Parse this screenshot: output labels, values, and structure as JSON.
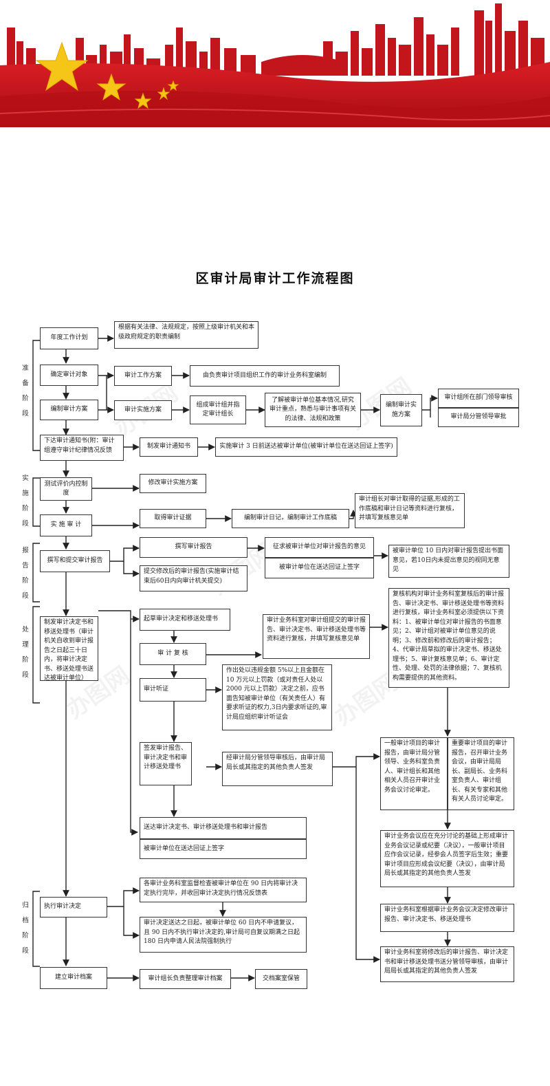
{
  "title": "区审计局审计工作流程图",
  "watermark": "办图网",
  "colors": {
    "banner": "#c0141b",
    "banner_dark": "#9e0a12",
    "star": "#f5c518"
  },
  "stages": [
    "准\n备\n阶\n段",
    "实\n施\n阶\n段",
    "报\n告\n阶\n段",
    "处\n理\n阶\n段",
    "归\n档\n阶\n段"
  ],
  "boxes": {
    "b_plan": "年度工作计划",
    "b_plan_basis": "根据有关法律、法规规定，按照上级审计机关和本级政府规定的职责编制",
    "b_target": "确定审计对象",
    "b_work_plan": "审计工作方案",
    "b_work_plan_note": "由负责审计项目组织工作的审计业务科室编制",
    "b_compile": "编制审计方案",
    "b_impl_plan": "审计实施方案",
    "b_team": "组成审计组并指定审计组长",
    "b_understand": "了解被审计单位基本情况,研究审计重点，熟悉与审计事项有关的法律、法规和政策",
    "b_compile_impl": "编制审计实施方案",
    "b_review1": "审计组所在部门领导审核",
    "b_review2": "审计局分管领导审批",
    "b_notice": "下达审计通知书(附：审计组遵守审计纪律情况反馈",
    "b_issue_notice": "制发审计通知书",
    "b_notice_send": "实施审计 3 日前送达被审计单位(被审计单位在送达回证上签字)",
    "b_internal": "测试评价内控制度",
    "b_modify_plan": "修改审计实施方案",
    "b_implement": "实 施 审 计",
    "b_evidence": "取得审计证据",
    "b_diary": "编制审计日记，编制审计工作底稿",
    "b_check": "审计组长对审计取得的证据,形成的工作底稿和审计日记等资料进行复核，并填写复核意见单",
    "b_report": "撰写和提交审计报告",
    "b_write_report": "撰写审计报告",
    "b_solicit": "征求被审计单位对审计报告的意见",
    "b_sign1": "被审计单位在送达回证上签字",
    "b_ten_days": "被审计单位 10 日内对审计报告提出书面意见，若10日内未提出意见的视同无意见",
    "b_submit_rev": "提交修改后的审计报告(实施审计结束后60日内向审计机关提交)",
    "b_decision": "制发审计决定书和移送处理书（审计机关自收到审计报告之日起三十日内，将审计决定书、移送处理书送达被审计单位）",
    "b_draft": "起草审计决定和移送处理书",
    "b_recheck": "审 计 复 核",
    "b_recheck_note": "审计业务科室对审计组提交的审计报告、审计决定书、审计移送处理书等资料进行复核，并填写复核意见单",
    "b_recheck_inst": "复核机构对审计业务科室复核后的审计报告、审计决定书、审计移送处理书等资料进行复核，审计业务科室必须提供以下资料：1、被审计单位对审计报告的书面意见；2、审计组对被审计单位意见的说明；3、修改前和修改后的审计报告；4、代审计局草拟的审计决定书、移送处理书；5、审计复核意见单；6、审计定性、处理、处罚的法律依据；7、复核机构需要提供的其他资料。",
    "b_hearing": "审计听证",
    "b_hearing_note": "作出处以违规金额 5%以上且金额在 10 万元以上罚款（或对责任人处以 2000 元以上罚款）决定之前，应书面告知被审计单位（有关责任人）有要求听证的权力,3日内要求听证的,审计局应组织审计听证会",
    "b_sign_issue": "签发审计报告、审计决定书和审计移送处理书",
    "b_sign_note": "经审计局分管领导审核后，由审计局局长或其指定的其他负责人签发",
    "b_general": "一般审计项目的审计报告，由审计局分管领导、业务科室负责人、审计组长和其他相关人员召开审计业务会议讨论审定。",
    "b_major": "重要审计项目的审计报告，召开审计业务会议，由审计局局长、副局长、业务科室负责人、审计组长、有关专家和其他有关人员讨论审定。",
    "b_deliver": "送达审计决定书、审计移送处理书和审计报告",
    "b_sign2": "被审计单位在送达回证上签字",
    "b_meeting": "审计业务会议应在充分讨论的基础上形成审计业务会议记录或纪要（决议），一般审计项目应作会议记录，经参会人员签字后生效；重要审计项目应形成会议纪要（决议），由审计局局长或其指定的其他负责人签发",
    "b_supervise": "各审计业务科室监督检查被审计单位在 90 日内将审计决定执行完毕，并收回审计决定执行情况反馈表",
    "b_execute": "执行审计决定",
    "b_revise": "审计业务科室根据审计业务会议决定修改审计报告、审计决定书、移送处理书",
    "b_overdue": "审计决定送达之日起，被审计单位 60 日内不申请复议，且 90 日内不执行审计决定的,审计局可自复议期满之日起 180 日内申请人民法院强制执行",
    "b_submit_sign": "审计业务科室将修改后的审计报告、审计决定书和审计移送处理书送分管领导审核，由审计局局长或其指定的其他负责人签发",
    "b_archive": "建立审计档案",
    "b_leader_archive": "审计组长负责整理审计档案",
    "b_to_room": "交档案室保管"
  }
}
